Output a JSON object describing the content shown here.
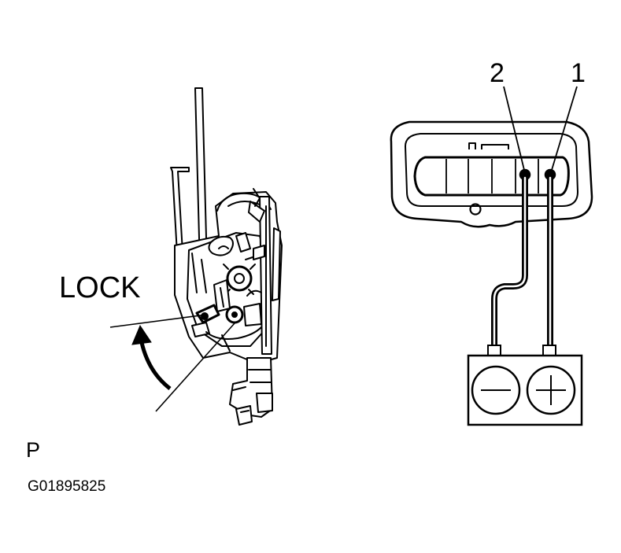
{
  "labels": {
    "lock": "LOCK",
    "pin_2": "2",
    "pin_1": "1",
    "view": "P",
    "figure_id": "G01895825"
  },
  "battery": {
    "negative_symbol": "minus-icon",
    "positive_symbol": "plus-icon"
  },
  "colors": {
    "ink": "#000000",
    "background": "#ffffff"
  }
}
